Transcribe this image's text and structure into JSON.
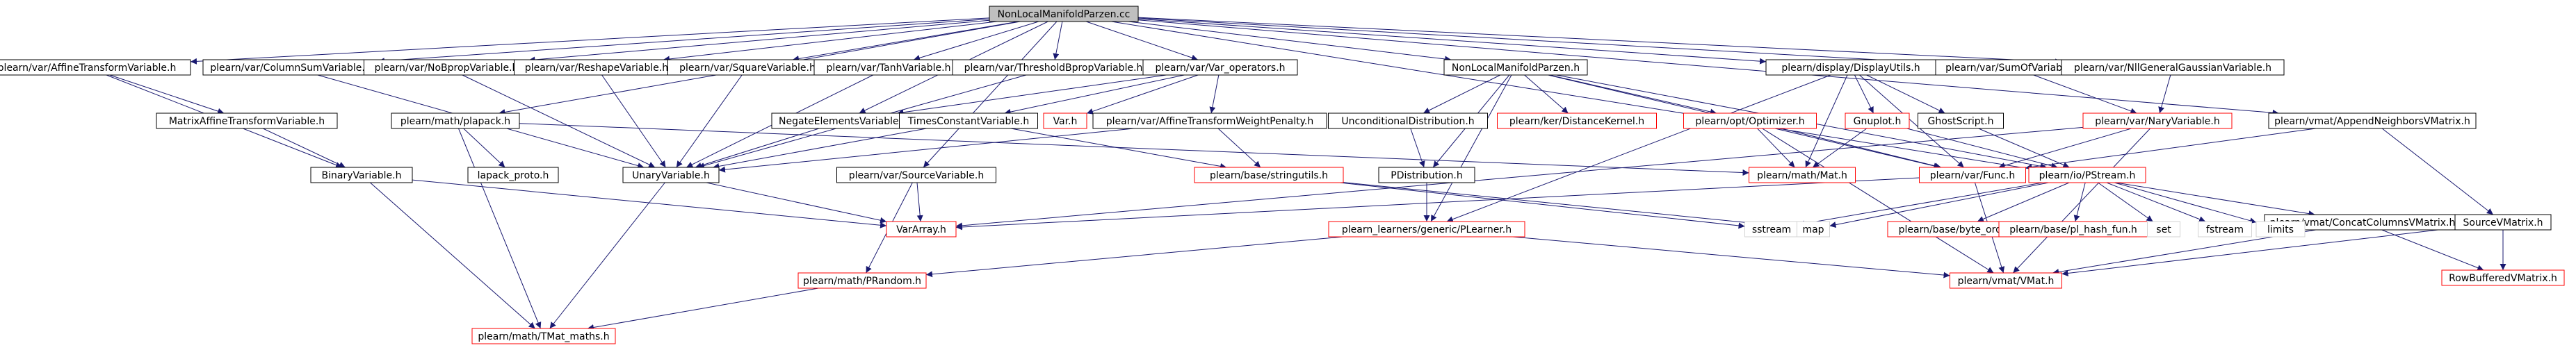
{
  "diagram": {
    "colors": {
      "root_fill": "#bfbfbf",
      "node_fill": "#ffffff",
      "black_border": "#000000",
      "red_border": "#ff0000",
      "no_border": "#d3d3d3",
      "edge": "#191970",
      "text": "#000000"
    },
    "nodes": [
      {
        "id": "root",
        "label": "NonLocalManifoldParzen.cc",
        "style": "root"
      },
      {
        "id": "affine_transform_var",
        "label": "plearn/var/AffineTransformVariable.h",
        "style": "black"
      },
      {
        "id": "column_sum",
        "label": "plearn/var/ColumnSumVariable.h",
        "style": "black"
      },
      {
        "id": "no_bprop",
        "label": "plearn/var/NoBpropVariable.h",
        "style": "black"
      },
      {
        "id": "reshape",
        "label": "plearn/var/ReshapeVariable.h",
        "style": "black"
      },
      {
        "id": "square",
        "label": "plearn/var/SquareVariable.h",
        "style": "black"
      },
      {
        "id": "tanh",
        "label": "plearn/var/TanhVariable.h",
        "style": "black"
      },
      {
        "id": "threshold_bprop",
        "label": "plearn/var/ThresholdBpropVariable.h",
        "style": "black"
      },
      {
        "id": "var_operators",
        "label": "plearn/var/Var_operators.h",
        "style": "black"
      },
      {
        "id": "nlmp_h",
        "label": "NonLocalManifoldParzen.h",
        "style": "black"
      },
      {
        "id": "display_utils",
        "label": "plearn/display/DisplayUtils.h",
        "style": "black"
      },
      {
        "id": "sum_of",
        "label": "plearn/var/SumOfVariable.h",
        "style": "black"
      },
      {
        "id": "nl_gauss",
        "label": "plearn/var/NllGeneralGaussianVariable.h",
        "style": "black"
      },
      {
        "id": "append_neighbors",
        "label": "plearn/vmat/AppendNeighborsVMatrix.h",
        "style": "black"
      },
      {
        "id": "affine_transform_mat",
        "label": "MatrixAffineTransformVariable.h",
        "style": "black"
      },
      {
        "id": "plapack",
        "label": "plearn/math/plapack.h",
        "style": "black"
      },
      {
        "id": "negate_elements",
        "label": "NegateElementsVariable.h",
        "style": "black"
      },
      {
        "id": "times_constant",
        "label": "TimesConstantVariable.h",
        "style": "black"
      },
      {
        "id": "var_h",
        "label": "Var.h",
        "style": "red"
      },
      {
        "id": "affine_weight_penalty",
        "label": "plearn/var/AffineTransformWeightPenalty.h",
        "style": "black"
      },
      {
        "id": "unconditional_distribution",
        "label": "UnconditionalDistribution.h",
        "style": "black"
      },
      {
        "id": "distance_kernel",
        "label": "plearn/ker/DistanceKernel.h",
        "style": "red"
      },
      {
        "id": "optimizer",
        "label": "plearn/opt/Optimizer.h",
        "style": "red"
      },
      {
        "id": "gnuplot",
        "label": "Gnuplot.h",
        "style": "red"
      },
      {
        "id": "ghostscript",
        "label": "GhostScript.h",
        "style": "black"
      },
      {
        "id": "nary",
        "label": "plearn/var/NaryVariable.h",
        "style": "red"
      },
      {
        "id": "binary",
        "label": "BinaryVariable.h",
        "style": "black"
      },
      {
        "id": "lapack_proto",
        "label": "lapack_proto.h",
        "style": "black"
      },
      {
        "id": "unary",
        "label": "UnaryVariable.h",
        "style": "black"
      },
      {
        "id": "source_variable",
        "label": "plearn/var/SourceVariable.h",
        "style": "black"
      },
      {
        "id": "stringutils",
        "label": "plearn/base/stringutils.h",
        "style": "red"
      },
      {
        "id": "pdistribution",
        "label": "PDistribution.h",
        "style": "black"
      },
      {
        "id": "mat",
        "label": "plearn/math/Mat.h",
        "style": "red"
      },
      {
        "id": "func",
        "label": "plearn/var/Func.h",
        "style": "red"
      },
      {
        "id": "pstream",
        "label": "plearn/io/PStream.h",
        "style": "red"
      },
      {
        "id": "concat_columns",
        "label": "plearn/vmat/ConcatColumnsVMatrix.h",
        "style": "black"
      },
      {
        "id": "source_vmatrix",
        "label": "SourceVMatrix.h",
        "style": "black"
      },
      {
        "id": "var_array",
        "label": "VarArray.h",
        "style": "red"
      },
      {
        "id": "plearner",
        "label": "plearn_learners/generic/PLearner.h",
        "style": "red"
      },
      {
        "id": "sstream",
        "label": "sstream",
        "style": "none"
      },
      {
        "id": "map",
        "label": "map",
        "style": "none"
      },
      {
        "id": "byte_order",
        "label": "plearn/base/byte_order.h",
        "style": "red"
      },
      {
        "id": "pl_hash_fun",
        "label": "plearn/base/pl_hash_fun.h",
        "style": "red"
      },
      {
        "id": "set",
        "label": "set",
        "style": "none"
      },
      {
        "id": "fstream",
        "label": "fstream",
        "style": "none"
      },
      {
        "id": "limits",
        "label": "limits",
        "style": "none"
      },
      {
        "id": "row_buffered",
        "label": "RowBufferedVMatrix.h",
        "style": "red"
      },
      {
        "id": "prandom",
        "label": "plearn/math/PRandom.h",
        "style": "red"
      },
      {
        "id": "vmat",
        "label": "plearn/vmat/VMat.h",
        "style": "red"
      },
      {
        "id": "tmat_maths",
        "label": "plearn/math/TMat_maths.h",
        "style": "red"
      }
    ],
    "edges": [
      [
        "root",
        "affine_transform_var"
      ],
      [
        "root",
        "column_sum"
      ],
      [
        "root",
        "no_bprop"
      ],
      [
        "root",
        "reshape"
      ],
      [
        "root",
        "square"
      ],
      [
        "root",
        "tanh"
      ],
      [
        "root",
        "threshold_bprop"
      ],
      [
        "root",
        "var_operators"
      ],
      [
        "root",
        "nlmp_h"
      ],
      [
        "root",
        "display_utils"
      ],
      [
        "root",
        "sum_of"
      ],
      [
        "root",
        "nl_gauss"
      ],
      [
        "root",
        "append_neighbors"
      ],
      [
        "root",
        "plapack"
      ],
      [
        "root",
        "negate_elements"
      ],
      [
        "root",
        "source_variable"
      ],
      [
        "root",
        "concat_columns"
      ],
      [
        "affine_transform_var",
        "affine_transform_mat"
      ],
      [
        "affine_transform_var",
        "binary"
      ],
      [
        "affine_transform_mat",
        "binary"
      ],
      [
        "column_sum",
        "unary"
      ],
      [
        "no_bprop",
        "unary"
      ],
      [
        "reshape",
        "unary"
      ],
      [
        "square",
        "unary"
      ],
      [
        "tanh",
        "unary"
      ],
      [
        "threshold_bprop",
        "unary"
      ],
      [
        "var_operators",
        "var_h"
      ],
      [
        "var_operators",
        "times_constant"
      ],
      [
        "var_operators",
        "negate_elements"
      ],
      [
        "var_operators",
        "affine_weight_penalty"
      ],
      [
        "negate_elements",
        "unary"
      ],
      [
        "times_constant",
        "unary"
      ],
      [
        "times_constant",
        "stringutils"
      ],
      [
        "affine_weight_penalty",
        "unary"
      ],
      [
        "affine_weight_penalty",
        "stringutils"
      ],
      [
        "plapack",
        "lapack_proto"
      ],
      [
        "plapack",
        "mat"
      ],
      [
        "plapack",
        "tmat_maths"
      ],
      [
        "binary",
        "var_array"
      ],
      [
        "binary",
        "tmat_maths"
      ],
      [
        "unary",
        "var_array"
      ],
      [
        "unary",
        "tmat_maths"
      ],
      [
        "source_variable",
        "var_array"
      ],
      [
        "source_variable",
        "prandom"
      ],
      [
        "nlmp_h",
        "unconditional_distribution"
      ],
      [
        "nlmp_h",
        "distance_kernel"
      ],
      [
        "nlmp_h",
        "optimizer"
      ],
      [
        "nlmp_h",
        "func"
      ],
      [
        "nlmp_h",
        "pstream"
      ],
      [
        "nlmp_h",
        "pdistribution"
      ],
      [
        "nlmp_h",
        "plearner"
      ],
      [
        "unconditional_distribution",
        "pdistribution"
      ],
      [
        "pdistribution",
        "plearner"
      ],
      [
        "optimizer",
        "mat"
      ],
      [
        "optimizer",
        "func"
      ],
      [
        "optimizer",
        "vmat"
      ],
      [
        "display_utils",
        "gnuplot"
      ],
      [
        "display_utils",
        "ghostscript"
      ],
      [
        "display_utils",
        "func"
      ],
      [
        "display_utils",
        "mat"
      ],
      [
        "display_utils",
        "plearner"
      ],
      [
        "gnuplot",
        "mat"
      ],
      [
        "gnuplot",
        "pstream"
      ],
      [
        "ghostscript",
        "pstream"
      ],
      [
        "sum_of",
        "nary"
      ],
      [
        "nl_gauss",
        "nary"
      ],
      [
        "nary",
        "func"
      ],
      [
        "nary",
        "var_array"
      ],
      [
        "nary",
        "vmat"
      ],
      [
        "append_neighbors",
        "source_vmatrix"
      ],
      [
        "append_neighbors",
        "func"
      ],
      [
        "concat_columns",
        "row_buffered"
      ],
      [
        "concat_columns",
        "vmat"
      ],
      [
        "source_vmatrix",
        "row_buffered"
      ],
      [
        "source_vmatrix",
        "vmat"
      ],
      [
        "func",
        "var_array"
      ],
      [
        "func",
        "vmat"
      ],
      [
        "pstream",
        "sstream"
      ],
      [
        "pstream",
        "map"
      ],
      [
        "pstream",
        "byte_order"
      ],
      [
        "pstream",
        "pl_hash_fun"
      ],
      [
        "pstream",
        "set"
      ],
      [
        "pstream",
        "fstream"
      ],
      [
        "pstream",
        "limits"
      ],
      [
        "stringutils",
        "sstream"
      ],
      [
        "stringutils",
        "map"
      ],
      [
        "plearner",
        "prandom"
      ],
      [
        "plearner",
        "vmat"
      ],
      [
        "prandom",
        "tmat_maths"
      ]
    ]
  }
}
